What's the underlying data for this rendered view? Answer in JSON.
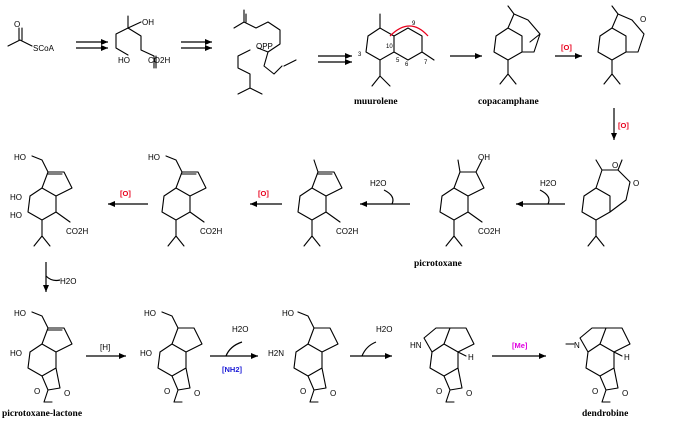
{
  "colors": {
    "oxidation": "#e8001c",
    "amination": "#1a1ad6",
    "methylation": "#e000e0",
    "arc": "#e8001c",
    "bonds": "#000000"
  },
  "compounds": {
    "acetyl_scoa": {
      "group": "SCoA"
    },
    "mevalonate": {
      "oh": "OH",
      "oh2": "HO",
      "acid": "CO2H"
    },
    "fpp": {
      "opp": "OPP"
    },
    "muurolene": {
      "name": "muurolene",
      "locants": [
        "10",
        "9",
        "3",
        "5",
        "6",
        "7"
      ]
    },
    "copacamphane": {
      "name": "copacamphane"
    },
    "picrotoxane": {
      "name": "picrotoxane",
      "oh": "OH",
      "acid": "CO2H"
    },
    "picrotoxane_lactone": {
      "name": "picrotoxane-lactone"
    },
    "dendrobine": {
      "name": "dendrobine"
    }
  },
  "reagents": {
    "ox1": "[O]",
    "ox2": "[O]",
    "ox3": "[O]",
    "ox4": "[O]",
    "water1": "H2O",
    "water2": "H2O",
    "water3": "H2O",
    "water4": "H2O",
    "water5": "H2O",
    "hydrogen": "[H]",
    "amination": "[NH2]",
    "methylation": "[Me]"
  },
  "labels": {
    "ho": "HO",
    "oh": "OH",
    "acid": "CO2H",
    "o": "O",
    "h2n": "H2N",
    "hn": "HN",
    "n": "N",
    "h": "H"
  }
}
